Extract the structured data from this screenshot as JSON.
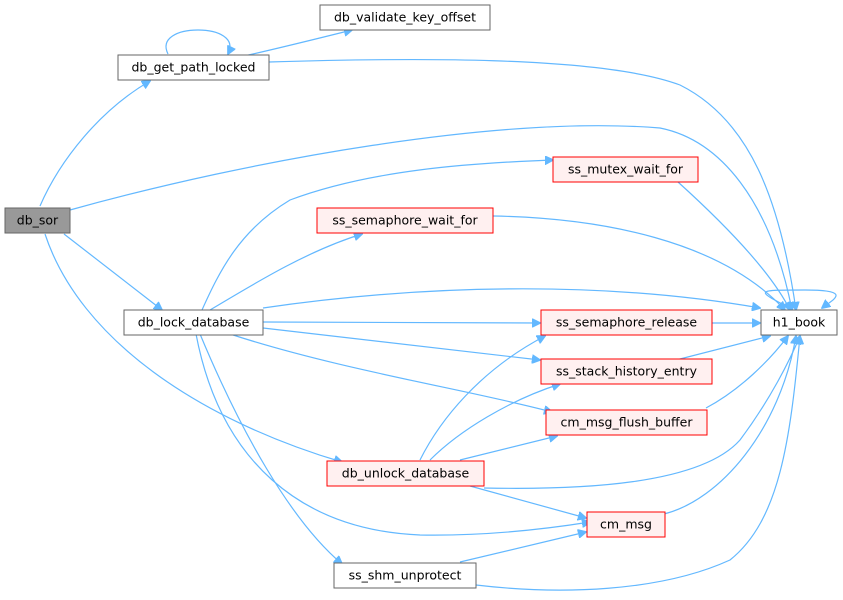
{
  "colors": {
    "edge": "#63b8ff",
    "node_border_default": "#666666",
    "node_fill_default": "#ffffff",
    "node_border_highlight": "#ff0000",
    "node_fill_highlight": "#fff0f0",
    "node_fill_root": "#999999"
  },
  "nodes": {
    "db_sor": {
      "label": "db_sor",
      "style": "root"
    },
    "db_validate_key_offset": {
      "label": "db_validate_key_offset",
      "style": "default"
    },
    "db_get_path_locked": {
      "label": "db_get_path_locked",
      "style": "default"
    },
    "ss_mutex_wait_for": {
      "label": "ss_mutex_wait_for",
      "style": "highlight"
    },
    "ss_semaphore_wait_for": {
      "label": "ss_semaphore_wait_for",
      "style": "highlight"
    },
    "db_lock_database": {
      "label": "db_lock_database",
      "style": "default"
    },
    "ss_semaphore_release": {
      "label": "ss_semaphore_release",
      "style": "highlight"
    },
    "h1_book": {
      "label": "h1_book",
      "style": "default"
    },
    "ss_stack_history_entry": {
      "label": "ss_stack_history_entry",
      "style": "highlight"
    },
    "cm_msg_flush_buffer": {
      "label": "cm_msg_flush_buffer",
      "style": "highlight"
    },
    "db_unlock_database": {
      "label": "db_unlock_database",
      "style": "highlight"
    },
    "cm_msg": {
      "label": "cm_msg",
      "style": "highlight"
    },
    "ss_shm_unprotect": {
      "label": "ss_shm_unprotect",
      "style": "default"
    }
  },
  "edges": [
    {
      "from": "db_sor",
      "to": "db_get_path_locked"
    },
    {
      "from": "db_sor",
      "to": "h1_book"
    },
    {
      "from": "db_sor",
      "to": "db_lock_database"
    },
    {
      "from": "db_sor",
      "to": "db_unlock_database"
    },
    {
      "from": "db_get_path_locked",
      "to": "db_get_path_locked"
    },
    {
      "from": "db_get_path_locked",
      "to": "db_validate_key_offset"
    },
    {
      "from": "db_get_path_locked",
      "to": "h1_book"
    },
    {
      "from": "db_lock_database",
      "to": "ss_mutex_wait_for"
    },
    {
      "from": "db_lock_database",
      "to": "ss_semaphore_wait_for"
    },
    {
      "from": "db_lock_database",
      "to": "h1_book"
    },
    {
      "from": "db_lock_database",
      "to": "ss_semaphore_release"
    },
    {
      "from": "db_lock_database",
      "to": "ss_stack_history_entry"
    },
    {
      "from": "db_lock_database",
      "to": "cm_msg_flush_buffer"
    },
    {
      "from": "db_lock_database",
      "to": "cm_msg"
    },
    {
      "from": "db_lock_database",
      "to": "ss_shm_unprotect"
    },
    {
      "from": "ss_mutex_wait_for",
      "to": "h1_book"
    },
    {
      "from": "ss_semaphore_wait_for",
      "to": "h1_book"
    },
    {
      "from": "ss_semaphore_release",
      "to": "h1_book"
    },
    {
      "from": "ss_stack_history_entry",
      "to": "h1_book"
    },
    {
      "from": "cm_msg_flush_buffer",
      "to": "h1_book"
    },
    {
      "from": "db_unlock_database",
      "to": "ss_semaphore_release"
    },
    {
      "from": "db_unlock_database",
      "to": "ss_stack_history_entry"
    },
    {
      "from": "db_unlock_database",
      "to": "cm_msg_flush_buffer"
    },
    {
      "from": "db_unlock_database",
      "to": "h1_book"
    },
    {
      "from": "db_unlock_database",
      "to": "cm_msg"
    },
    {
      "from": "cm_msg",
      "to": "h1_book"
    },
    {
      "from": "ss_shm_unprotect",
      "to": "cm_msg"
    },
    {
      "from": "ss_shm_unprotect",
      "to": "h1_book"
    },
    {
      "from": "h1_book",
      "to": "h1_book"
    }
  ]
}
